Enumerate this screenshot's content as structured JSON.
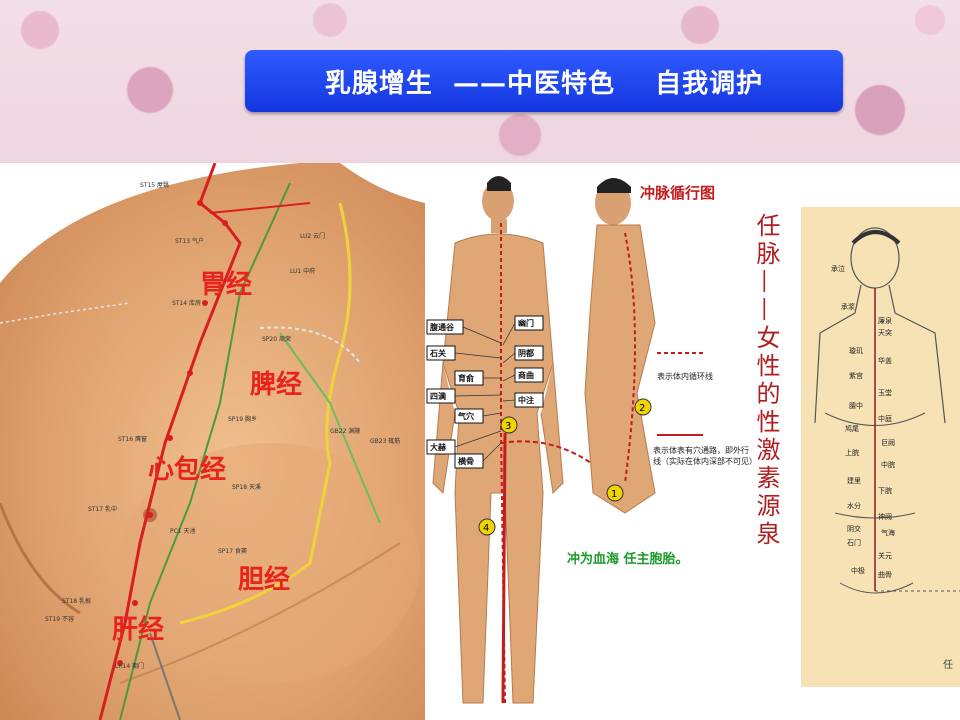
{
  "title": "乳腺增生  ——中医特色    自我调护",
  "left_panel": {
    "meridians": [
      "胃经",
      "脾经",
      "心包经",
      "胆经",
      "肝经"
    ],
    "point_labels": [
      "ST15 屋翳",
      "ST13 气户",
      "ST14 库房",
      "ST16 膺窗",
      "ST17 乳中",
      "ST18 乳根",
      "ST19 不容",
      "SP20 周荣",
      "SP19 胸乡",
      "SP18 天溪",
      "SP17 食窦",
      "GB22 渊腋",
      "GB23 辄筋",
      "LU1 中府",
      "LU2 云门",
      "PC1 天池",
      "LR14 期门"
    ]
  },
  "mid_panel": {
    "title": "冲脉循行图",
    "left_boxes": [
      "腹通谷",
      "石关",
      "育俞",
      "四满",
      "气穴",
      "大赫",
      "横骨"
    ],
    "right_boxes": [
      "幽门",
      "阴都",
      "商曲",
      "中注"
    ],
    "legend_dashed": "表示体内循环线",
    "legend_solid": "表示体表有穴通路，即外行线（实际在体内深部不可见）",
    "motto": "冲为血海  任主胞胎。",
    "numbers": [
      "1",
      "2",
      "3",
      "4"
    ]
  },
  "right_panel": {
    "vertical_title": "任脉——女性的性激素源泉",
    "points": [
      "承泣",
      "承浆",
      "廉泉",
      "天突",
      "璇玑",
      "华盖",
      "紫宫",
      "玉堂",
      "膻中",
      "中庭",
      "鸠尾",
      "巨阙",
      "上脘",
      "中脘",
      "建里",
      "下脘",
      "水分",
      "神阙",
      "阴交",
      "气海",
      "石门",
      "关元",
      "中极",
      "曲骨"
    ],
    "corner": "任"
  },
  "colors": {
    "title_bg": "#1f45f0",
    "meridian_label": "#e8231c",
    "skin": "#e0a878",
    "right_bg": "#f7e2b5"
  }
}
